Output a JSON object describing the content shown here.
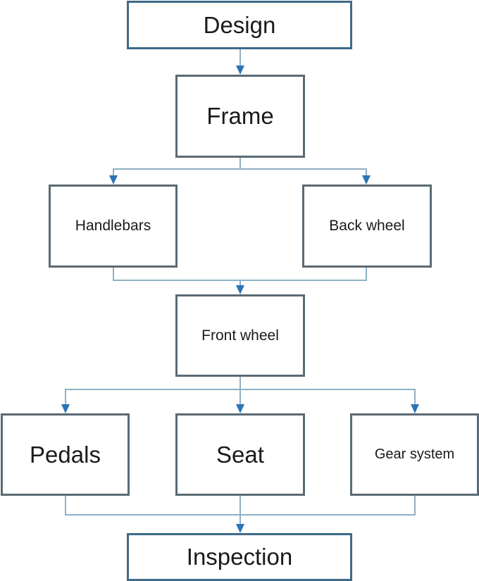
{
  "diagram": {
    "type": "flowchart",
    "colors": {
      "box_border": "#5b6a74",
      "box_border_accent": "#3e6a89",
      "connector": "#8fb0c4",
      "arrowhead": "#2a75b5"
    },
    "nodes": [
      {
        "id": "design",
        "label": "Design"
      },
      {
        "id": "frame",
        "label": "Frame"
      },
      {
        "id": "handlebars",
        "label": "Handlebars"
      },
      {
        "id": "back_wheel",
        "label": "Back wheel"
      },
      {
        "id": "front_wheel",
        "label": "Front wheel"
      },
      {
        "id": "pedals",
        "label": "Pedals"
      },
      {
        "id": "seat",
        "label": "Seat"
      },
      {
        "id": "gear_system",
        "label": "Gear system"
      },
      {
        "id": "inspection",
        "label": "Inspection"
      }
    ],
    "edges": [
      {
        "from": "design",
        "to": "frame"
      },
      {
        "from": "frame",
        "to": "handlebars"
      },
      {
        "from": "frame",
        "to": "back_wheel"
      },
      {
        "from": "handlebars",
        "to": "front_wheel"
      },
      {
        "from": "back_wheel",
        "to": "front_wheel"
      },
      {
        "from": "front_wheel",
        "to": "pedals"
      },
      {
        "from": "front_wheel",
        "to": "seat"
      },
      {
        "from": "front_wheel",
        "to": "gear_system"
      },
      {
        "from": "pedals",
        "to": "inspection"
      },
      {
        "from": "seat",
        "to": "inspection"
      },
      {
        "from": "gear_system",
        "to": "inspection"
      }
    ]
  }
}
